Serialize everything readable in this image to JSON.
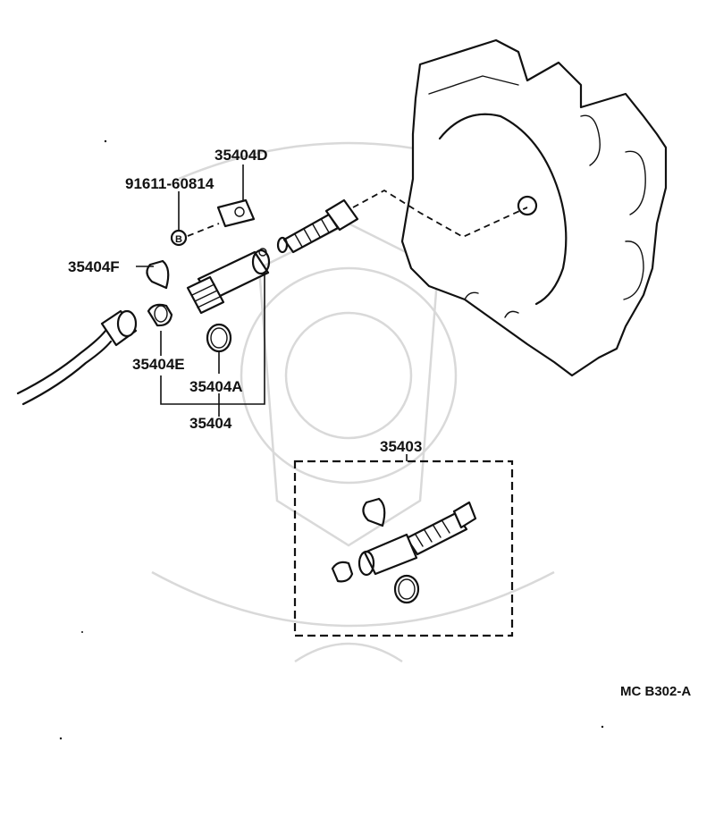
{
  "parts": {
    "p35404D": "35404D",
    "p91611": "91611-60814",
    "p35404F": "35404F",
    "p35404E": "35404E",
    "p35404A": "35404A",
    "p35404": "35404",
    "p35403": "35403",
    "bolt_symbol": "B"
  },
  "figure_code": "MC B302-A"
}
